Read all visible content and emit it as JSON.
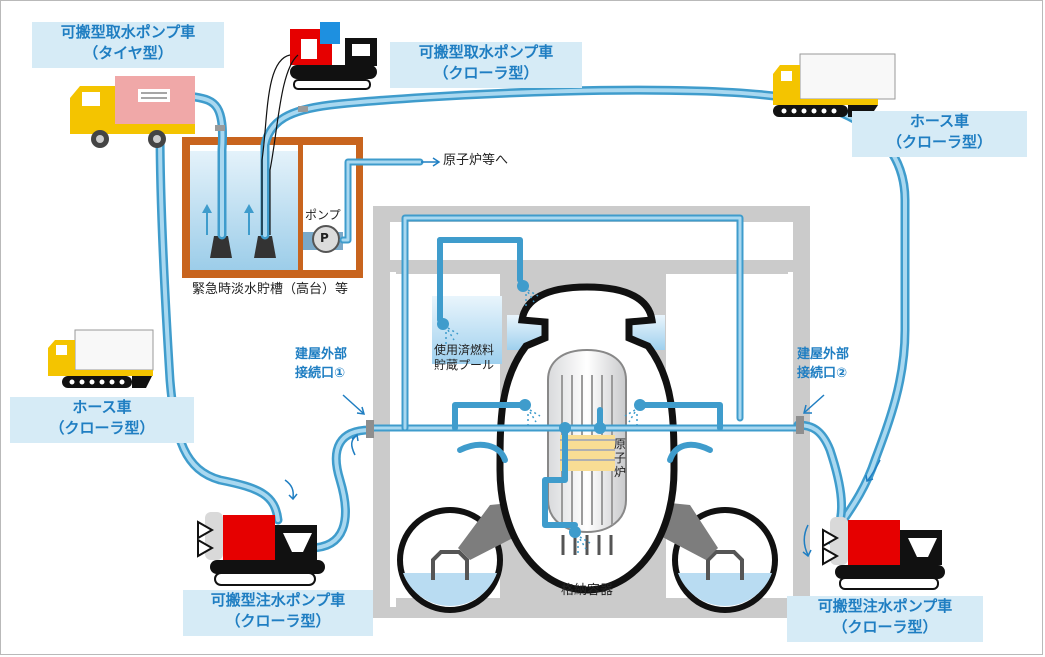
{
  "labels": {
    "pump_tire": [
      "可搬型取水ポンプ車",
      "（タイヤ型）"
    ],
    "pump_crawler_top": [
      "可搬型取水ポンプ車",
      "（クローラ型）"
    ],
    "hose_right": [
      "ホース車",
      "（クローラ型）"
    ],
    "hose_left": [
      "ホース車",
      "（クローラ型）"
    ],
    "inject_left": [
      "可搬型注水ポンプ車",
      "（クローラ型）"
    ],
    "inject_right": [
      "可搬型注水ポンプ車",
      "（クローラ型）"
    ],
    "conn1": [
      "建屋外部",
      "接続口①"
    ],
    "conn2": [
      "建屋外部",
      "接続口②"
    ],
    "to_reactor": "原子炉等へ",
    "pump": "ポンプ",
    "pump_symbol": "P",
    "tank": "緊急時淡水貯槽（高台）等",
    "spent_pool": [
      "使用済燃料",
      "貯蔵プール"
    ],
    "reactor": [
      "原",
      "子",
      "炉"
    ],
    "containment": "格納容器"
  },
  "colors": {
    "hose": "#3f9ccc",
    "hose_light": "#a9d8f0",
    "label_bg": "#d6ebf6",
    "label_text": "#1f7ec2",
    "tank_frame": "#c8641e",
    "truck_yellow": "#f4c400",
    "pump_red": "#e60000",
    "building_gray": "#c8c8c8",
    "water": "#b9dcf2"
  },
  "icons": [
    "tire-truck-icon",
    "crawler-pump-truck-icon",
    "hose-truck-icon",
    "injection-pump-truck-icon",
    "pump-icon",
    "spray-nozzle-icon",
    "arrow-icon"
  ]
}
